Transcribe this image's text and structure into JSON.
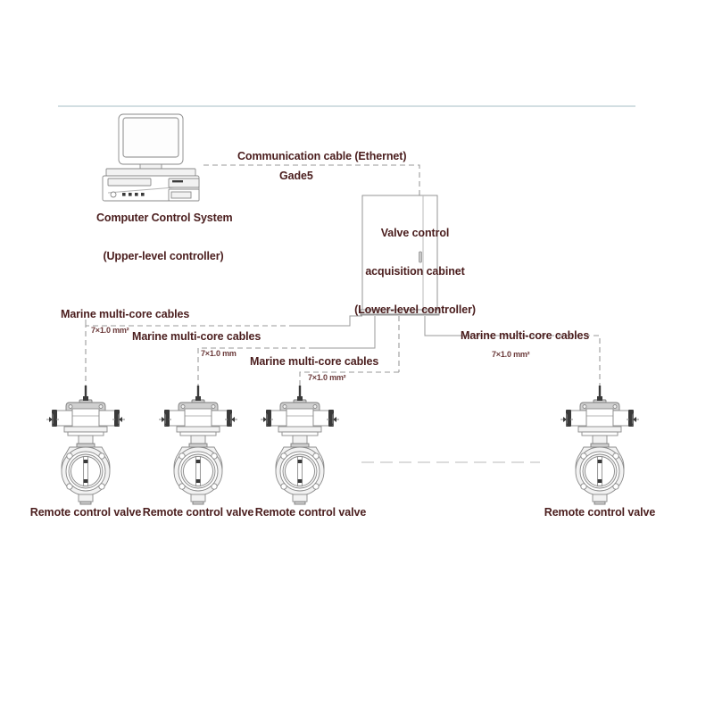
{
  "diagram": {
    "title": "Remote control valve system architecture",
    "accent_text_color": "#4a1d1d",
    "spec_text_color": "#6b3a3a",
    "line_color": "#9a9a9a",
    "top_rule_color": "#c3d4d8"
  },
  "nodes": {
    "computer": {
      "label_line1": "Computer Control System",
      "label_line2": "(Upper-level controller)",
      "icon": "desktop-computer-icon"
    },
    "cabinet": {
      "label_line1": "Valve control",
      "label_line2": "acquisition cabinet",
      "label_line3": "(Lower-level controller)",
      "icon": "control-cabinet-icon"
    }
  },
  "links": {
    "ethernet": {
      "label": "Communication cable (Ethernet)",
      "grade": "Gade5"
    },
    "cables": [
      {
        "label": "Marine multi-core cables",
        "spec": "7×1.0 mm²"
      },
      {
        "label": "Marine multi-core cables",
        "spec": "7×1.0 mm"
      },
      {
        "label": "Marine multi-core cables",
        "spec": "7×1.0 mm²"
      },
      {
        "label": "Marine multi-core cables",
        "spec": "7×1.0 mm²"
      }
    ]
  },
  "valves": [
    {
      "label": "Remote control valve",
      "icon": "butterfly-valve-actuator-icon"
    },
    {
      "label": "Remote control valve",
      "icon": "butterfly-valve-actuator-icon"
    },
    {
      "label": "Remote control valve",
      "icon": "butterfly-valve-actuator-icon"
    },
    {
      "label": "Remote control valve",
      "icon": "butterfly-valve-actuator-icon"
    }
  ],
  "continuation": {
    "marker": "dashed-continuation-line"
  }
}
